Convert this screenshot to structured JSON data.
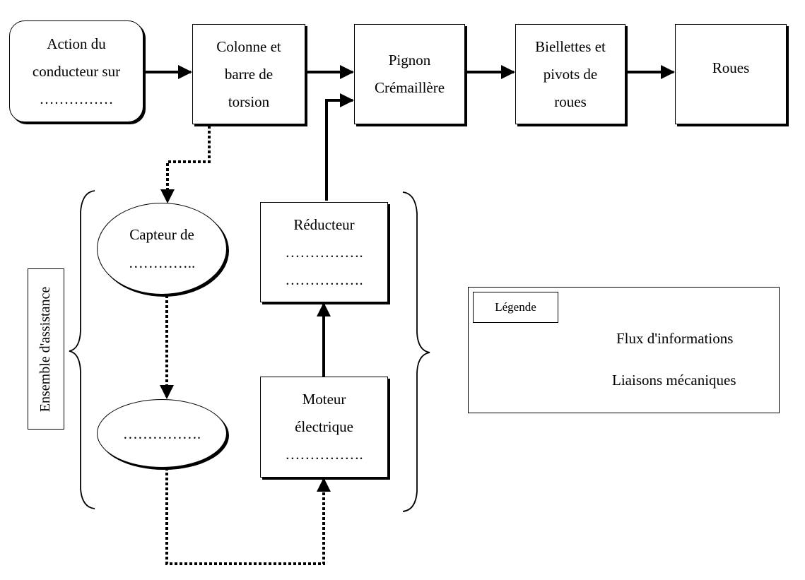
{
  "blocks": {
    "action": [
      "Action  du",
      "conducteur sur",
      "……………"
    ],
    "colonne": [
      "Colonne et",
      "barre de",
      "torsion"
    ],
    "pignon": [
      "Pignon",
      "Crémaillère"
    ],
    "biellettes": [
      "Biellettes et",
      "pivots de",
      "roues"
    ],
    "roues": [
      "Roues"
    ],
    "capteur": [
      "Capteur de",
      "………….."
    ],
    "calculateur": [
      "……………."
    ],
    "reducteur": [
      "Réducteur",
      "…………….",
      "……………."
    ],
    "moteur": [
      "Moteur",
      "électrique",
      "……………."
    ]
  },
  "assistance_label": "Ensemble d'assistance",
  "legend": {
    "title": "Légende",
    "items": [
      {
        "style": "dotted",
        "label": "Flux d'informations"
      },
      {
        "style": "solid",
        "label": "Liaisons mécaniques"
      }
    ]
  }
}
